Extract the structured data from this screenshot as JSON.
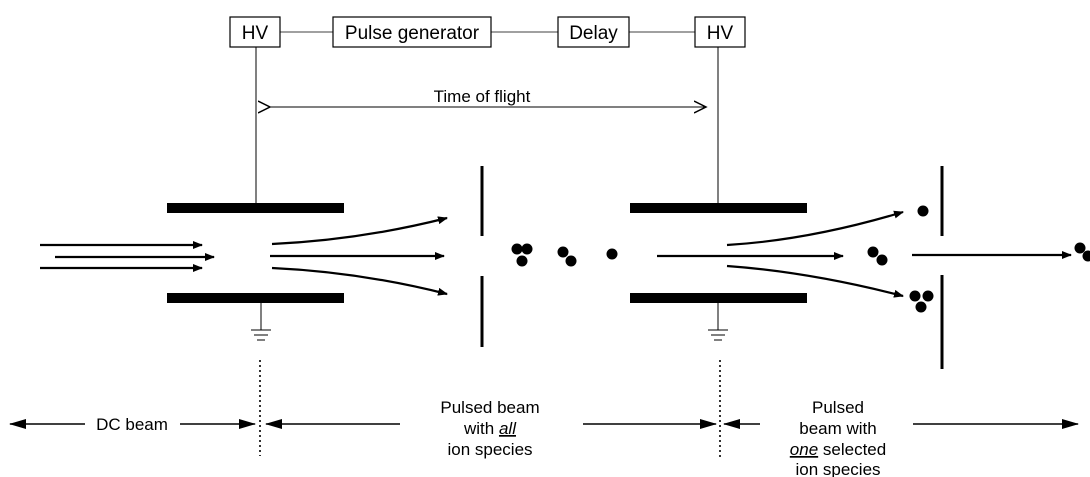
{
  "boxes": {
    "hv_left": "HV",
    "pulse_generator": "Pulse generator",
    "delay": "Delay",
    "hv_right": "HV"
  },
  "time_of_flight": "Time of flight",
  "regions": {
    "dc_beam": "DC beam",
    "pulsed_all": {
      "line1": "Pulsed beam",
      "line2_prefix": "with ",
      "line2_emph": "all",
      "line3": "ion species"
    },
    "pulsed_one": {
      "line1": "Pulsed",
      "line2": "beam with",
      "line3_emph": "one",
      "line3_suffix": " selected",
      "line4": "ion species"
    }
  }
}
